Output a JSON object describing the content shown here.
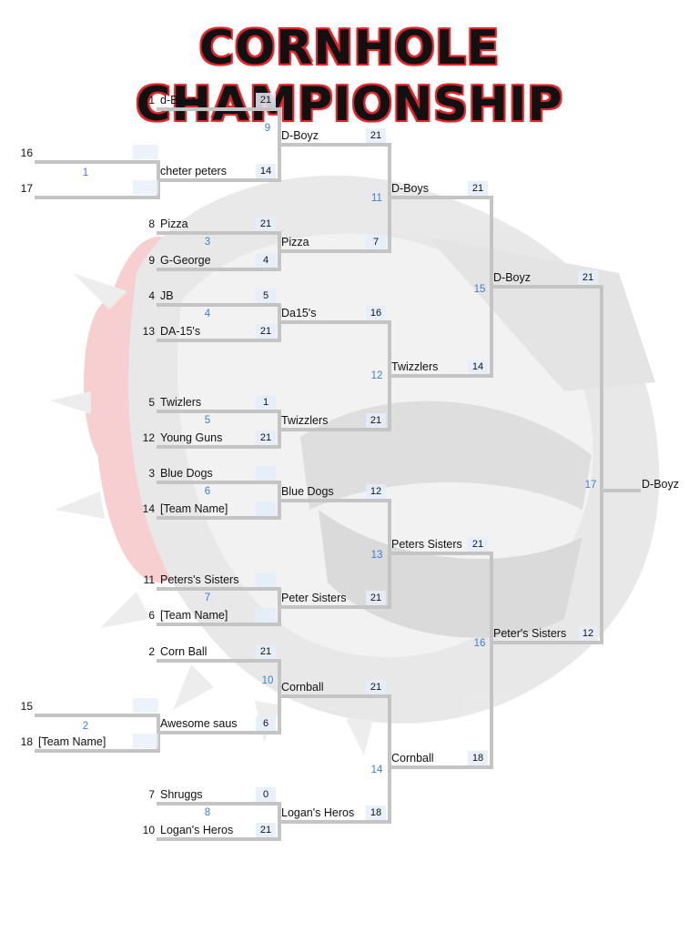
{
  "title": "CORNHOLE CHAMPIONSHIP",
  "champion": "D-Boyz",
  "r1": [
    {
      "seed": "16",
      "team": ""
    },
    {
      "seed": "17",
      "team": ""
    },
    {
      "seed": "15",
      "team": ""
    },
    {
      "seed": "18",
      "team": "[Team Name]"
    }
  ],
  "r2": [
    {
      "seed": "1",
      "team": "d-Boyz",
      "score": "21"
    },
    {
      "seed": "",
      "team": "cheter peters",
      "score": "14"
    },
    {
      "seed": "8",
      "team": "Pizza",
      "score": "21"
    },
    {
      "seed": "9",
      "team": "G-George",
      "score": "4"
    },
    {
      "seed": "4",
      "team": "JB",
      "score": "5"
    },
    {
      "seed": "13",
      "team": "DA-15's",
      "score": "21"
    },
    {
      "seed": "5",
      "team": "Twizlers",
      "score": "1"
    },
    {
      "seed": "12",
      "team": "Young Guns",
      "score": "21"
    },
    {
      "seed": "3",
      "team": "Blue Dogs",
      "score": ""
    },
    {
      "seed": "14",
      "team": "[Team Name]",
      "score": ""
    },
    {
      "seed": "11",
      "team": "Peters's Sisters",
      "score": ""
    },
    {
      "seed": "6",
      "team": "[Team Name]",
      "score": ""
    },
    {
      "seed": "2",
      "team": "Corn Ball",
      "score": "21"
    },
    {
      "seed": "",
      "team": "Awesome saus",
      "score": "6"
    },
    {
      "seed": "7",
      "team": "Shruggs",
      "score": "0"
    },
    {
      "seed": "10",
      "team": "Logan's Heros",
      "score": "21"
    }
  ],
  "r3": [
    {
      "team": "D-Boyz",
      "score": "21"
    },
    {
      "team": "Pizza",
      "score": "7"
    },
    {
      "team": "Da15's",
      "score": "16"
    },
    {
      "team": "Twizzlers",
      "score": "21"
    },
    {
      "team": "Blue Dogs",
      "score": "12"
    },
    {
      "team": "Peter Sisters",
      "score": "21"
    },
    {
      "team": "Cornball",
      "score": "21"
    },
    {
      "team": "Logan's Heros",
      "score": "18"
    }
  ],
  "r4": [
    {
      "team": "D-Boys",
      "score": "21"
    },
    {
      "team": "Twizzlers",
      "score": "14"
    },
    {
      "team": "Peters Sisters",
      "score": "21"
    },
    {
      "team": "Cornball",
      "score": "18"
    }
  ],
  "r5": [
    {
      "team": "D-Boyz",
      "score": "21"
    },
    {
      "team": "Peter's Sisters",
      "score": "12"
    }
  ],
  "games": [
    "1",
    "2",
    "3",
    "4",
    "5",
    "6",
    "7",
    "8",
    "9",
    "10",
    "11",
    "12",
    "13",
    "14",
    "15",
    "16",
    "17"
  ]
}
